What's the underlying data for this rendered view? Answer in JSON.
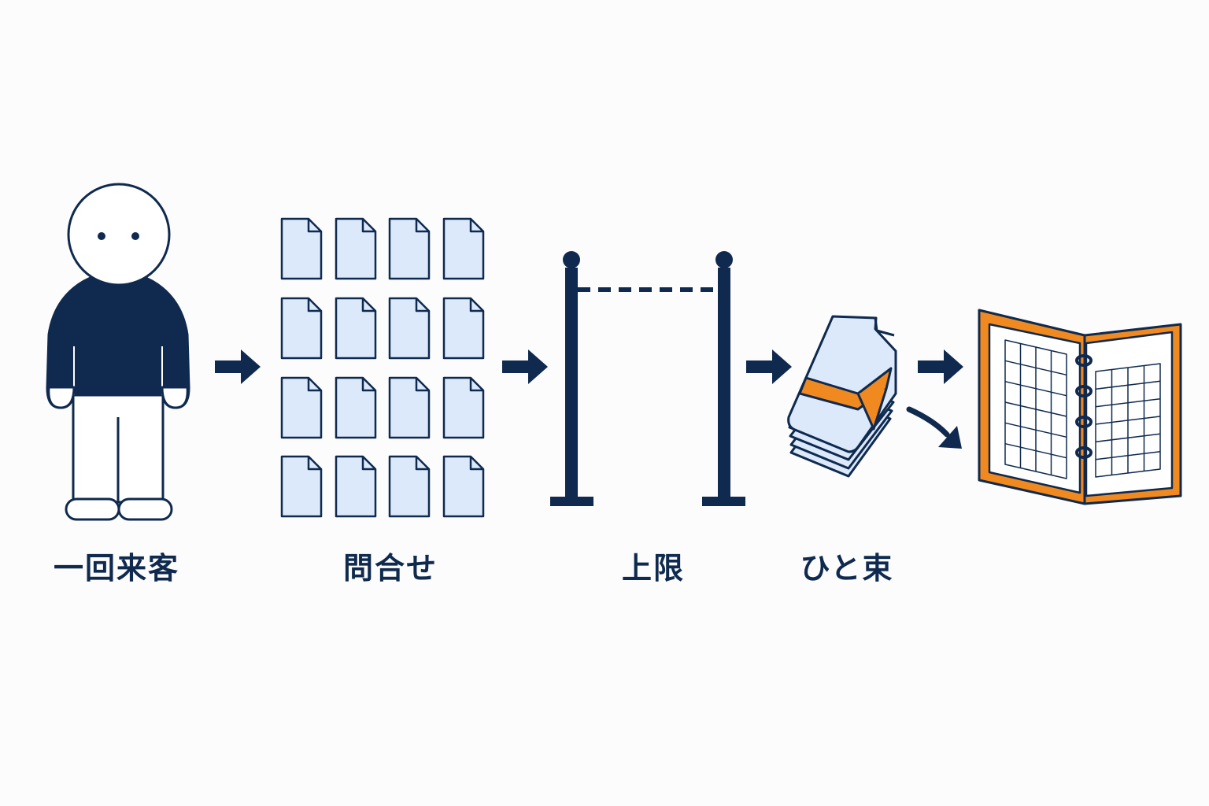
{
  "steps": [
    {
      "id": "visitor",
      "label": "一回来客",
      "icon": "person-icon"
    },
    {
      "id": "inquiries",
      "label": "問合せ",
      "icon": "documents-grid-icon"
    },
    {
      "id": "limit",
      "label": "上限",
      "icon": "stanchion-barrier-icon"
    },
    {
      "id": "bundle",
      "label": "ひと束",
      "icon": "bundled-stack-icon"
    },
    {
      "id": "binder",
      "label": "",
      "icon": "open-binder-icon"
    }
  ],
  "colors": {
    "navy": "#0f2a4e",
    "paper": "#dce9fb",
    "orange": "#f0891f",
    "background": "#fcfcfd"
  }
}
